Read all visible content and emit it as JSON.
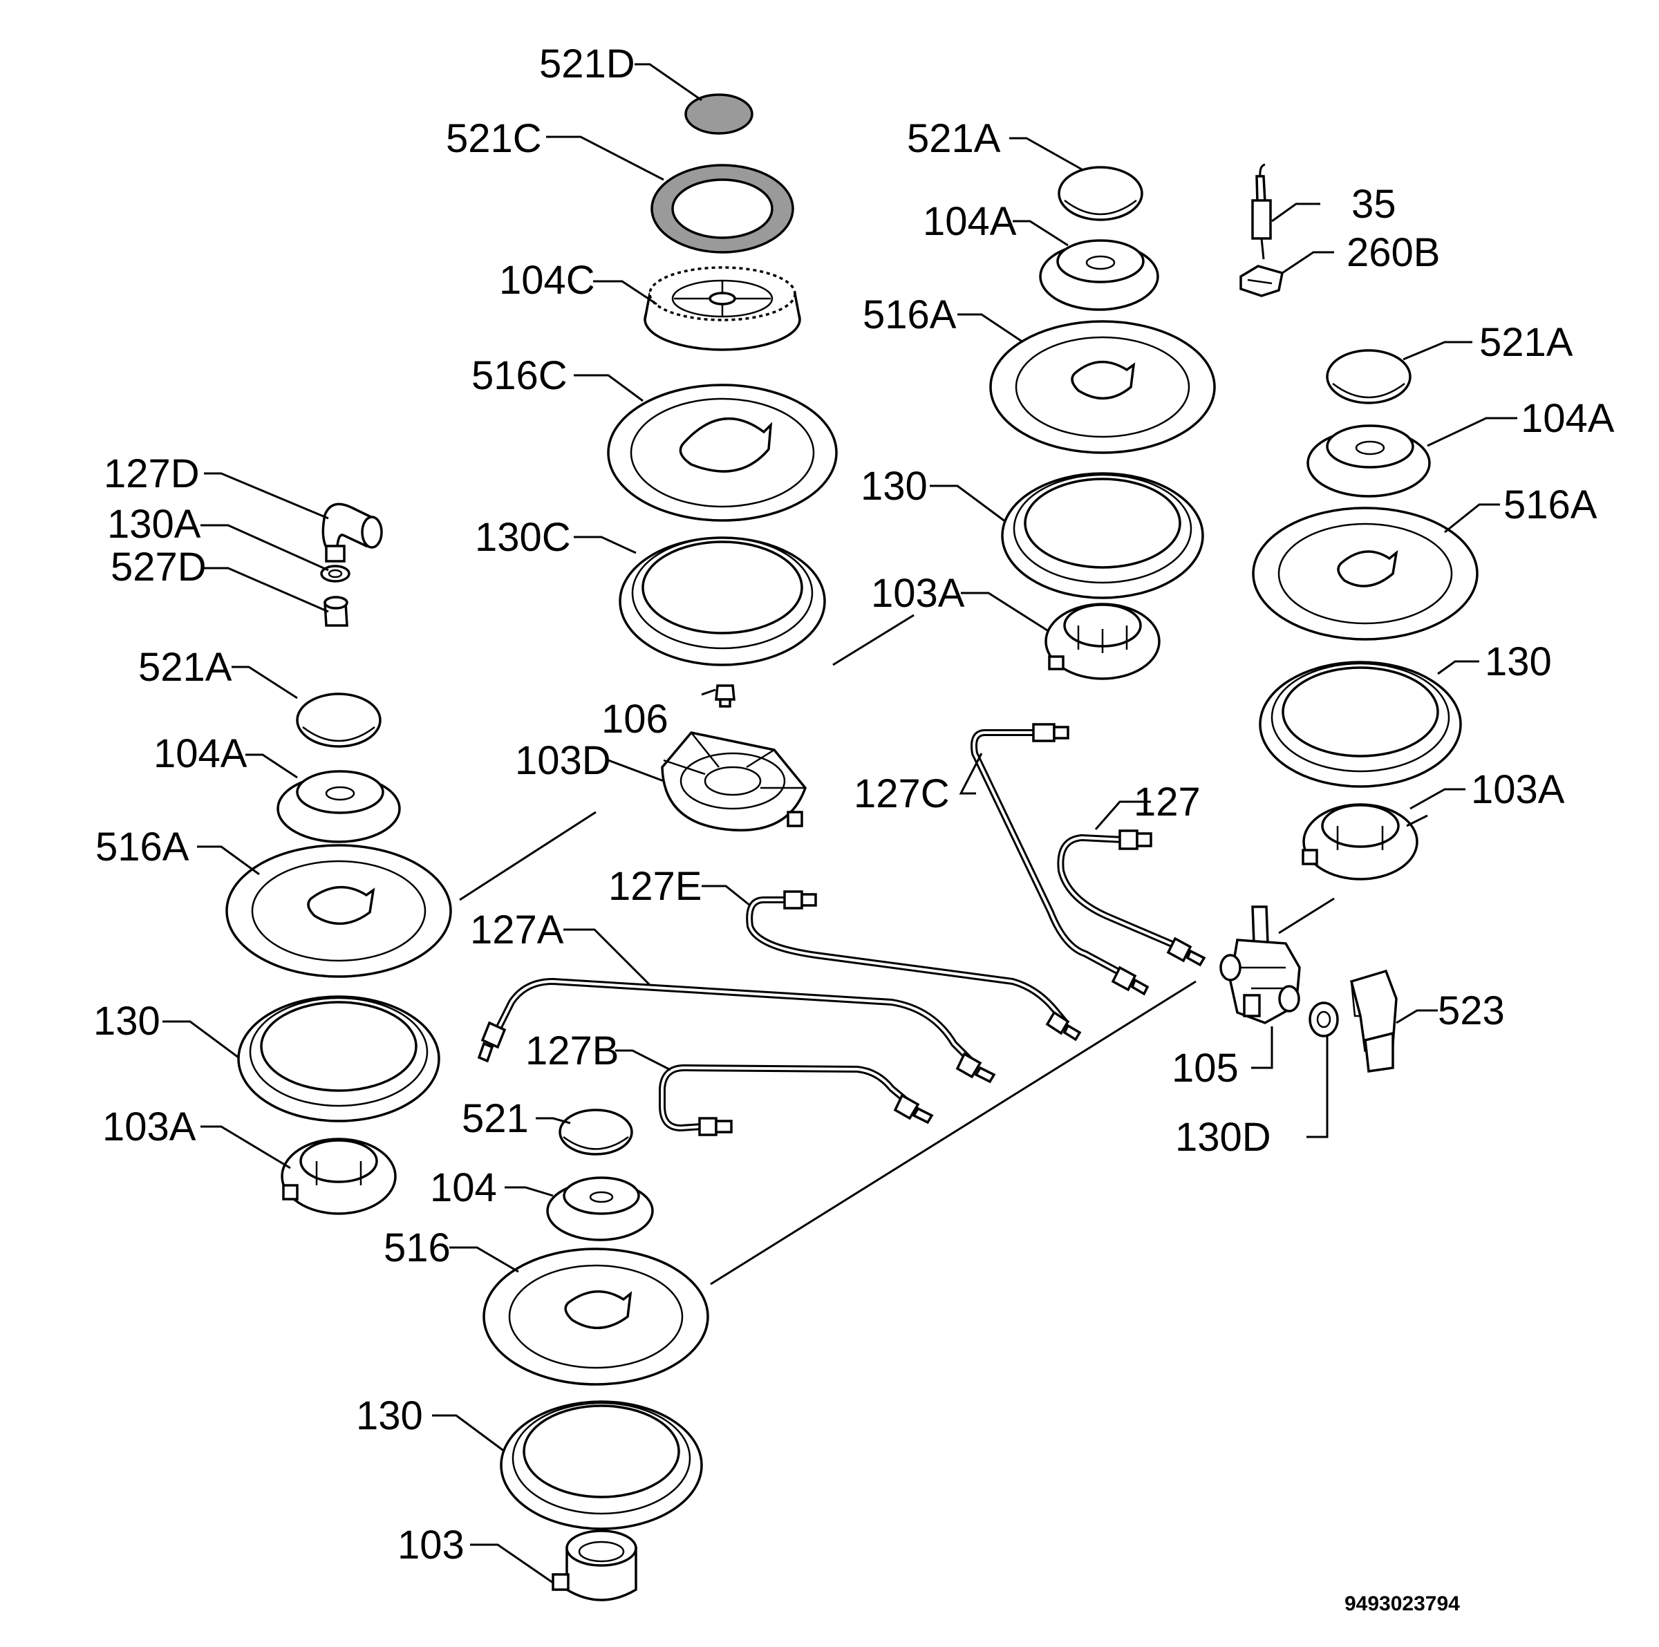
{
  "labels": {
    "l521D": "521D",
    "l521C": "521C",
    "l104C": "104C",
    "l516C": "516C",
    "l130C": "130C",
    "l127D": "127D",
    "l130A": "130A",
    "l527D": "527D",
    "l521A_left": "521A",
    "l104A_left": "104A",
    "l516A_left": "516A",
    "l130_left": "130",
    "l103A_left": "103A",
    "l106": "106",
    "l103D": "103D",
    "l127E": "127E",
    "l127A": "127A",
    "l127B": "127B",
    "l521": "521",
    "l104": "104",
    "l516": "516",
    "l130_bottom": "130",
    "l103": "103",
    "l521A_top": "521A",
    "l104A_top": "104A",
    "l516A_top": "516A",
    "l130_mid": "130",
    "l103A_mid": "103A",
    "l35": "35",
    "l260B": "260B",
    "l521A_right": "521A",
    "l104A_right": "104A",
    "l516A_right": "516A",
    "l130_right": "130",
    "l103A_right": "103A",
    "l127C": "127C",
    "l127": "127",
    "l105": "105",
    "l130D": "130D",
    "l523": "523"
  },
  "reference_number": "9493023794"
}
